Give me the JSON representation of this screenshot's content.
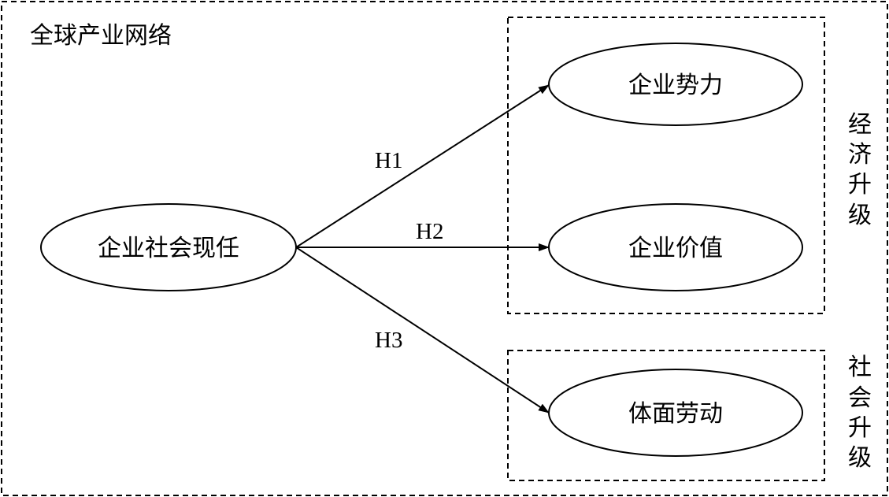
{
  "frame": {
    "title": "全球产业网络"
  },
  "groups": {
    "economic_label": [
      "经",
      "济",
      "升",
      "级"
    ],
    "social_label": [
      "社",
      "会",
      "升",
      "级"
    ]
  },
  "nodes": {
    "source": "企业社会现任",
    "target_1": "企业势力",
    "target_2": "企业价值",
    "target_3": "体面劳动"
  },
  "edges": {
    "h1": "H1",
    "h2": "H2",
    "h3": "H3"
  }
}
